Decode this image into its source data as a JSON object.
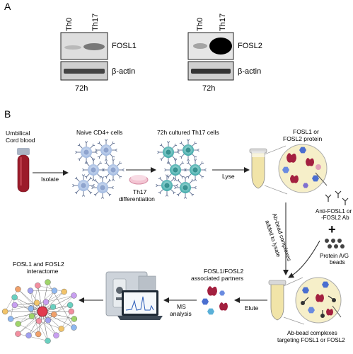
{
  "panel_a": {
    "letter": "A",
    "blot1": {
      "lanes": [
        "Th0",
        "Th17"
      ],
      "target": "FOSL1",
      "loading": "β-actin",
      "time": "72h"
    },
    "blot2": {
      "lanes": [
        "Th0",
        "Th17"
      ],
      "target": "FOSL2",
      "loading": "β-actin",
      "time": "72h"
    }
  },
  "panel_b": {
    "letter": "B",
    "cord_blood": [
      "Umbilical",
      "Cord blood"
    ],
    "isolate": "Isolate",
    "naive_cells": "Naive CD4+ cells",
    "th17_diff": [
      "Th17",
      "differentiation"
    ],
    "cultured": "72h cultured Th17 cells",
    "lyse": "Lyse",
    "protein": [
      "FOSL1 or",
      "FOSL2 protein"
    ],
    "antibody": [
      "Anti-FOSL1 or",
      "-FOSL2 Ab"
    ],
    "plus": "+",
    "beads": [
      "Protein A/G",
      "beads"
    ],
    "ab_added": [
      "Ab-bead complexes",
      "added to lysate"
    ],
    "complexes": [
      "Ab-bead complexes",
      "targeting FOSL1 or FOSL2"
    ],
    "elute": "Elute",
    "partners": [
      "FOSL1/FOSL2",
      "associated partners"
    ],
    "ms": [
      "MS",
      "analysis"
    ],
    "interactome": [
      "FOSL1 and FOSL2",
      "interactome"
    ]
  },
  "colors": {
    "blood": "#9b1b2a",
    "cell_blue": "#9fb8e0",
    "cell_teal": "#3aa6a6",
    "lysate": "#f1e4a8",
    "protein_red": "#a3203f",
    "protein_blue": "#4a6fd0",
    "arrow": "#222222"
  }
}
